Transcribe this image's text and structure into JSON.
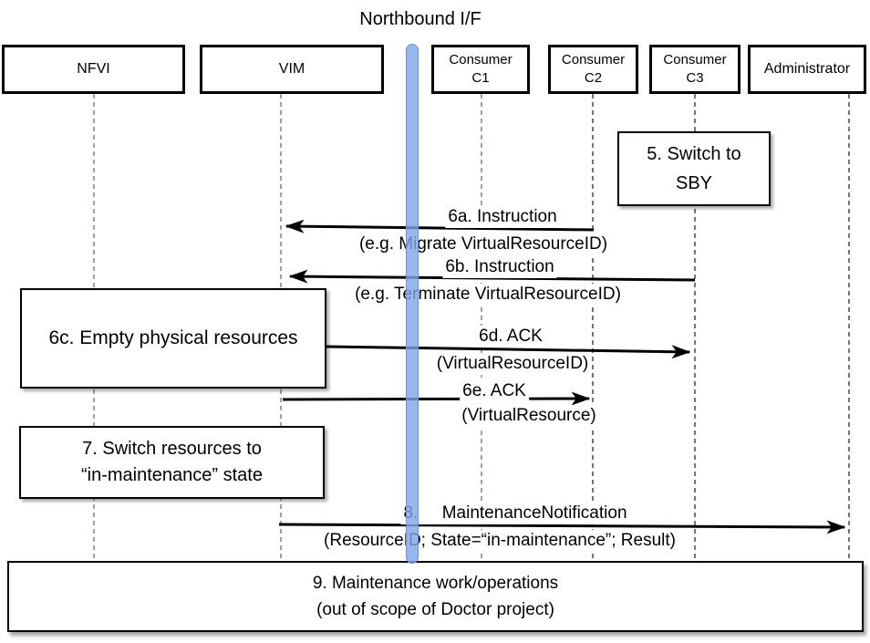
{
  "title": "Northbound I/F",
  "actors": [
    {
      "label": "NFVI"
    },
    {
      "label": "VIM"
    },
    {
      "line1": "Consumer",
      "line2": "C1"
    },
    {
      "line1": "Consumer",
      "line2": "C2"
    },
    {
      "line1": "Consumer",
      "line2": "C3"
    },
    {
      "label": "Administrator"
    }
  ],
  "steps": {
    "step5": {
      "line1": "5. Switch to",
      "line2": "SBY"
    },
    "step6c": {
      "line1": "6c. Empty physical resources"
    },
    "step7": {
      "line1": "7. Switch resources to",
      "line2": "“in-maintenance” state"
    },
    "step9": {
      "line1": "9. Maintenance work/operations",
      "line2": "(out of scope of Doctor project)"
    }
  },
  "messages": {
    "m6a": {
      "line1": "6a. Instruction",
      "line2": "(e.g. Migrate VirtualResourceID)"
    },
    "m6b": {
      "line1": "6b. Instruction",
      "line2": "(e.g. Terminate VirtualResourceID)"
    },
    "m6d": {
      "line1": "6d. ACK",
      "line2": "(VirtualResourceID)"
    },
    "m6e": {
      "line1": "6e. ACK",
      "line2": "(VirtualResource)"
    },
    "m8": {
      "line1": "8.     MaintenanceNotification",
      "line2": "(ResourceID; State=“in-maintenance”; Result)"
    }
  },
  "colors": {
    "bar_fill": "#93B7F0",
    "bar_fill_rgba": "rgba(125,165,235,0.8)",
    "bar_border": "#6B94D6",
    "line_color": "#000000",
    "lifeline_gray": "#6E6E6E",
    "lifeline_dark": "#2B2B2B"
  }
}
